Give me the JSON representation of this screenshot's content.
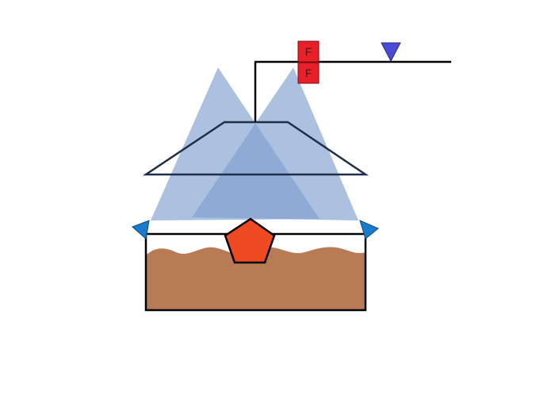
{
  "diagram": {
    "labels": {
      "flow_sensor_top": "F",
      "flow_sensor_bottom": "F"
    },
    "colors": {
      "background": "#ffffff",
      "line": "#000000",
      "hood_outline": "#1f2f4a",
      "spray_fill": "#7f9fd0",
      "soil": "#b87b55",
      "sensor_box": "#e8202a",
      "water_level_marker": "#4a4ad6",
      "nozzle": "#1a7acb",
      "pentagon": "#f04a22"
    },
    "icons": {
      "flow_sensor": "flow-sensor-box",
      "water_level": "inverted-triangle-level-marker",
      "nozzle": "triangle-nozzle",
      "target": "pentagon-target"
    }
  }
}
